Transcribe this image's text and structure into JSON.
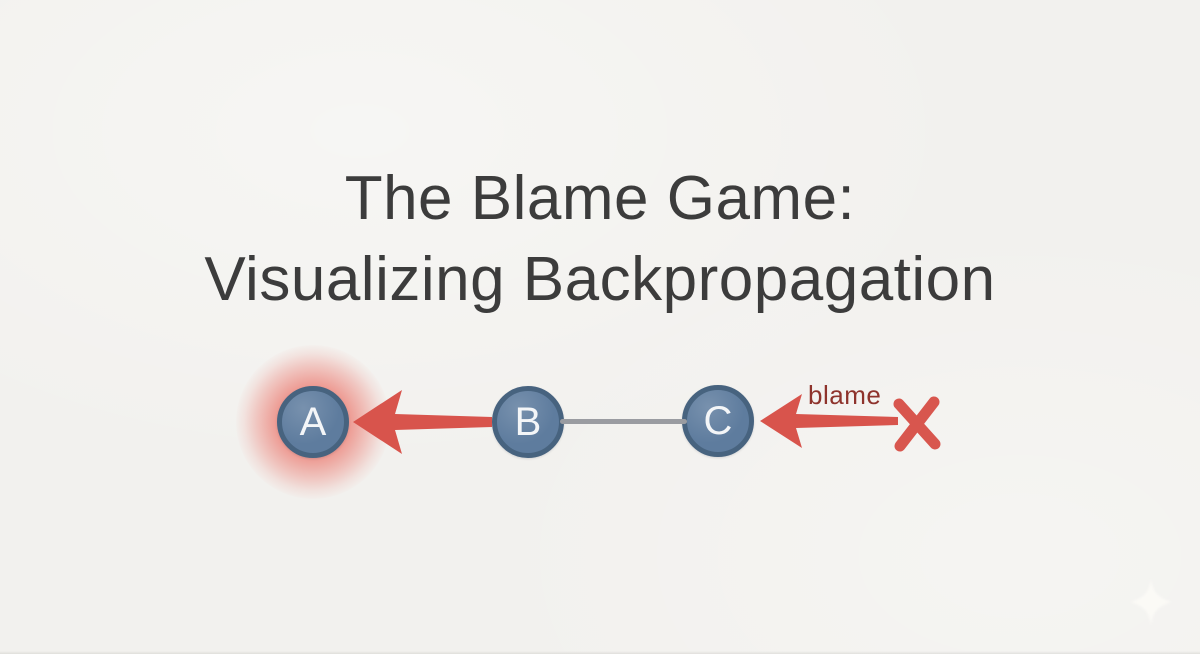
{
  "title": {
    "line1": "The Blame Game:",
    "line2": "Visualizing Backpropagation"
  },
  "diagram": {
    "nodes": [
      {
        "id": "A",
        "label": "A",
        "highlighted": true
      },
      {
        "id": "B",
        "label": "B",
        "highlighted": false
      },
      {
        "id": "C",
        "label": "C",
        "highlighted": false
      }
    ],
    "blame_label": "blame",
    "arrows": [
      {
        "name": "blame-arrow-x-to-c",
        "from": "error-x",
        "to": "C",
        "direction": "left"
      },
      {
        "name": "blame-arrow-b-to-a",
        "from": "B",
        "to": "A",
        "direction": "left"
      }
    ],
    "icons": [
      {
        "name": "error-x-icon",
        "meaning": "error / loss at output"
      },
      {
        "name": "sparkle-watermark-icon",
        "meaning": "four-point star watermark"
      }
    ]
  },
  "colors": {
    "background": "#f2f1ee",
    "title_text": "#3c3c3c",
    "node_fill": "#5e7c9e",
    "node_border": "#47637f",
    "node_text": "#f4f6f8",
    "connector": "#9a9ca1",
    "arrow": "#d8544c",
    "blame_text": "#8e332c",
    "x_mark": "#d8564e",
    "glow": "#e9564a",
    "sparkle": "#fcfbf7"
  }
}
